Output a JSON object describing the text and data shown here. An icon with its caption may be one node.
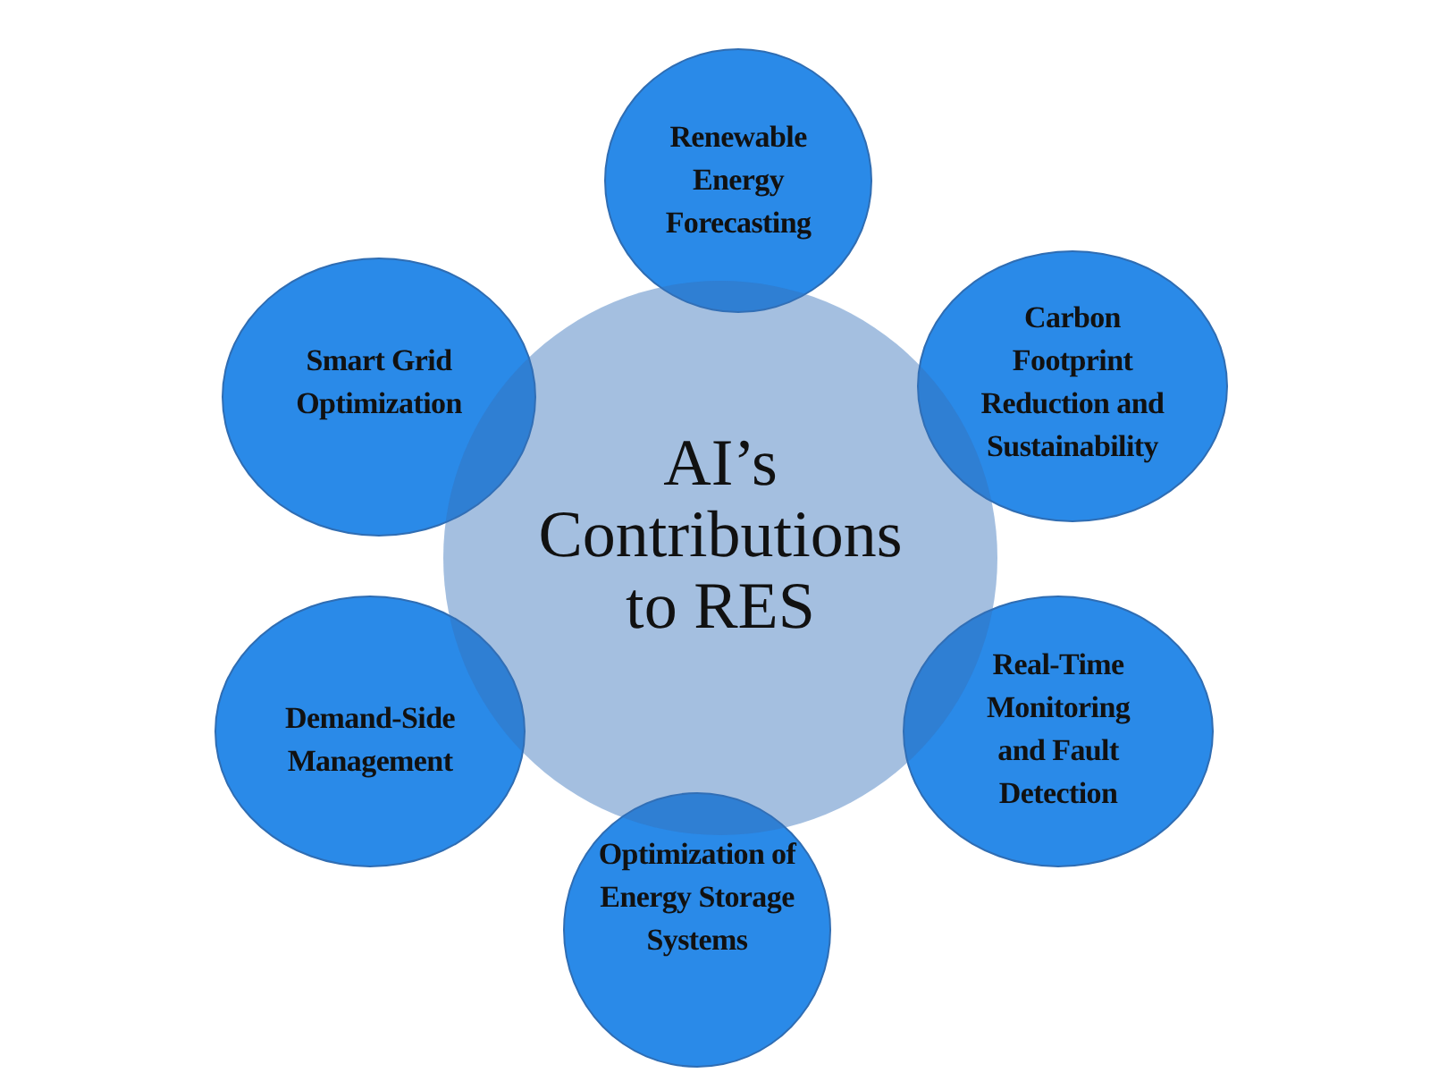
{
  "diagram": {
    "nodes": [
      {
        "text": [
          "AI’s Contributions to RES"
        ]
      },
      {
        "text": [
          "Renewable Energy Forecasting"
        ]
      },
      {
        "text": [
          "Carbon Footprint Reduction and Sustainability"
        ]
      },
      {
        "text": [
          "Real-Time Monitoring and Fault Detection"
        ]
      },
      {
        "text": [
          "Optimization of Energy Storage Systems"
        ]
      },
      {
        "text": [
          "Demand-Side Management"
        ]
      },
      {
        "text": [
          "Smart Grid Optimization"
        ]
      }
    ]
  }
}
